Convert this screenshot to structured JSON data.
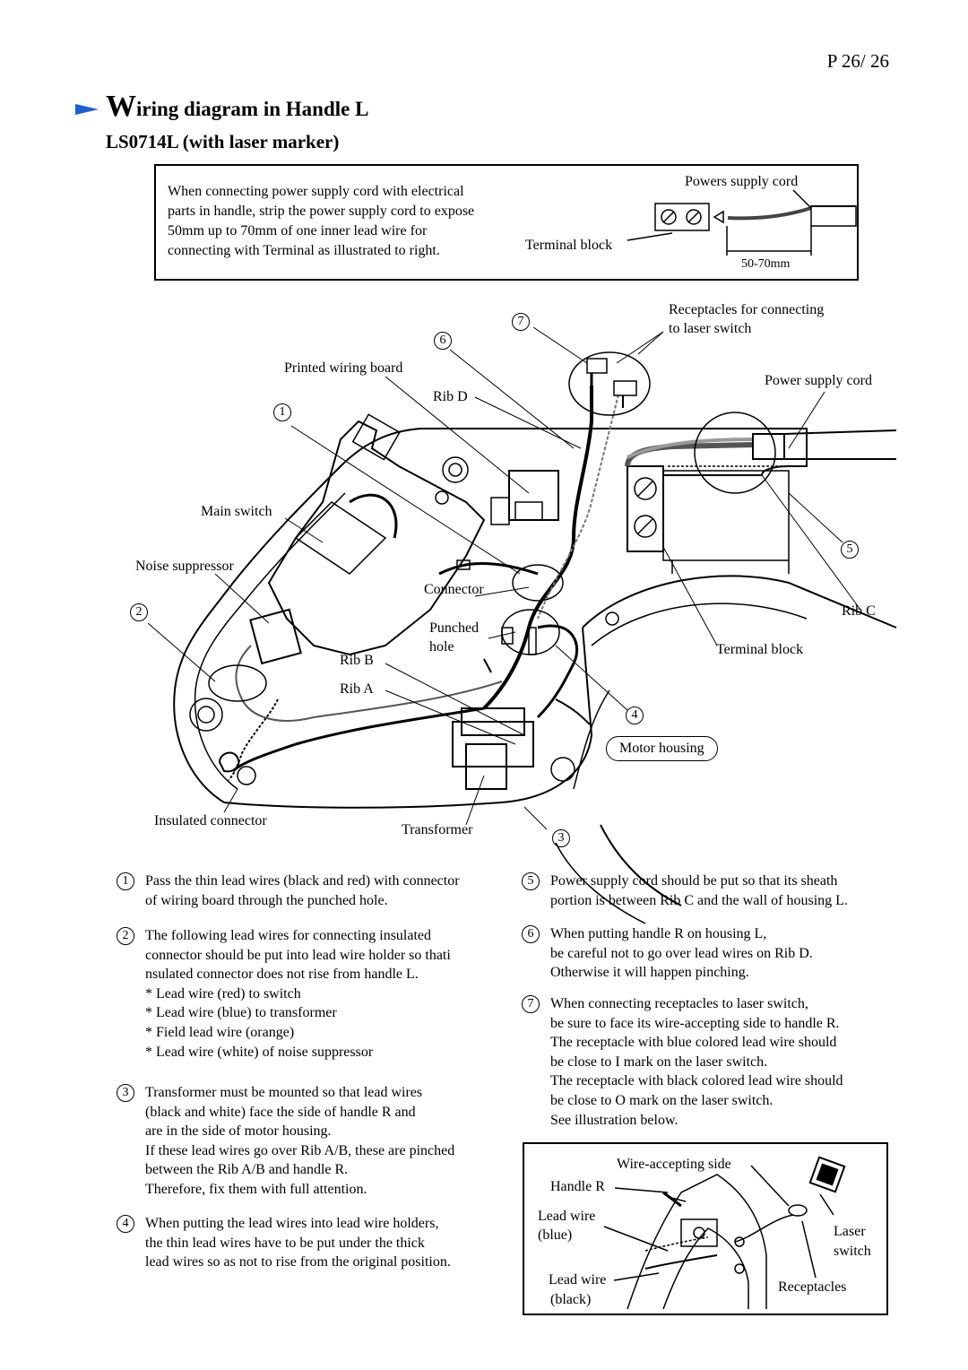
{
  "page_number": "P 26/ 26",
  "title": {
    "first_letter": "W",
    "rest": "iring diagram in Handle L"
  },
  "subtitle": "LS0714L (with laser marker)",
  "top_note": {
    "line1": "When connecting power supply cord with electrical",
    "line2": "parts in handle, strip the power supply cord to expose",
    "line3": "50mm up to 70mm of one inner lead wire for",
    "line4": "connecting with Terminal as illustrated to right.",
    "label_cord": "Powers  supply  cord",
    "label_terminal": "Terminal  block",
    "label_length": "50-70mm"
  },
  "diagram_labels": {
    "receptacles_1": "Receptacles for connecting",
    "receptacles_2": "to laser switch",
    "printed_wiring_board": "Printed wiring board",
    "rib_d": "Rib D",
    "power_supply_cord": "Power supply cord",
    "main_switch": "Main switch",
    "noise_suppressor": "Noise suppressor",
    "connector": "Connector",
    "punched_1": "Punched",
    "punched_2": "hole",
    "rib_b": "Rib B",
    "rib_a": "Rib A",
    "rib_c": "Rib C",
    "terminal_block": "Terminal block",
    "motor_housing": "Motor housing",
    "insulated_connector": "Insulated connector",
    "transformer": "Transformer"
  },
  "callouts": [
    "1",
    "2",
    "3",
    "4",
    "5",
    "6",
    "7"
  ],
  "notes": {
    "n1": [
      "Pass the thin lead wires (black and red) with connector",
      "of wiring board through the punched hole."
    ],
    "n2": [
      "The following lead wires for connecting insulated",
      "connector should be put into lead wire holder so thati",
      "nsulated connector does not rise from handle L."
    ],
    "n2_bullets": [
      "* Lead wire (red) to switch",
      "* Lead wire (blue) to transformer",
      "* Field lead wire (orange)",
      "* Lead wire (white) of noise suppressor"
    ],
    "n3": [
      "Transformer must be mounted so that lead wires",
      "(black and white) face the side of handle R and",
      "are in the side of motor housing.",
      "If these lead wires go over Rib A/B, these are pinched",
      "between the Rib A/B and handle R.",
      "Therefore, fix them with full attention."
    ],
    "n4": [
      "When putting the lead wires into lead wire holders,",
      "the thin lead wires have to be put under the thick",
      "lead wires so as not to rise from the original position."
    ],
    "n5": [
      "Power supply cord should be put so that its sheath",
      "portion is between Rib C and the wall of housing L."
    ],
    "n6": [
      "When putting handle R on housing L,",
      "be careful not to go over lead wires on Rib D.",
      "Otherwise it will happen pinching."
    ],
    "n7": [
      "When connecting receptacles to laser switch,",
      "be sure to face its wire-accepting side to handle R.",
      "The receptacle with blue colored lead wire should",
      "be close to I mark on the laser switch.",
      "The receptacle with black colored lead wire should",
      "be close to O mark on the laser switch.",
      "See illustration below."
    ]
  },
  "inset_labels": {
    "wire_accepting_side": "Wire-accepting side",
    "handle_r": "Handle R",
    "lead_wire_blue_1": "Lead wire",
    "lead_wire_blue_2": "(blue)",
    "laser_1": "Laser",
    "laser_2": "switch",
    "lead_wire_black_1": "Lead wire",
    "lead_wire_black_2": "(black)",
    "receptacles": "Receptacles"
  },
  "colors": {
    "arrow": "#1a5fd6"
  }
}
